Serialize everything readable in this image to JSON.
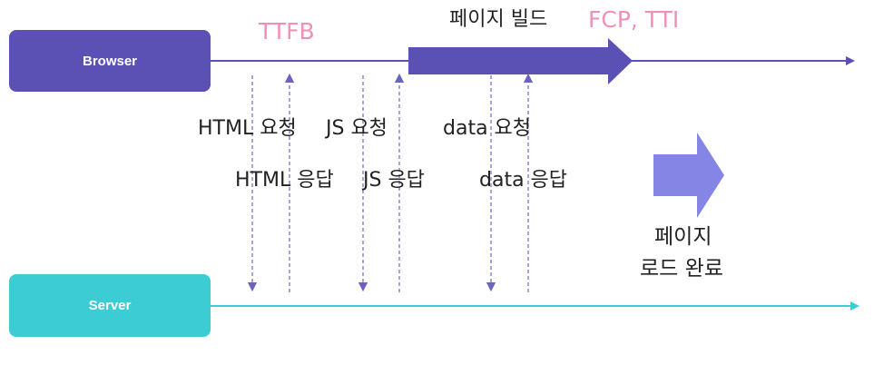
{
  "browser_label": "Browser",
  "server_label": "Server",
  "ttfb_label": "TTFB",
  "page_build_label": "페이지 빌드",
  "fcp_tti_label": "FCP, TTI",
  "html_request_label": "HTML 요청",
  "js_request_label": "JS 요청",
  "data_request_label": "data 요청",
  "html_response_label": "HTML 응답",
  "js_response_label": "JS 응답",
  "data_response_label": "data 응답",
  "page_load_complete_line1": "페이지",
  "page_load_complete_line2": "로드 완료",
  "colors": {
    "browser": "#5b50b4",
    "server": "#3cccd3",
    "accent_pink": "#f090b8",
    "big_arrow": "#8585e6"
  }
}
